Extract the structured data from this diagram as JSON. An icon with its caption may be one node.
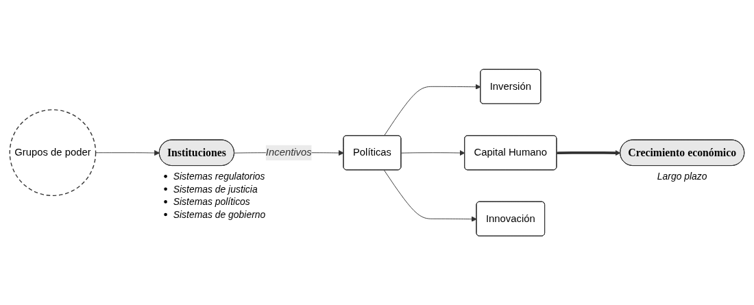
{
  "diagram": {
    "nodes": [
      {
        "text": [
          "Grupos de poder"
        ]
      },
      {
        "text": [
          "Instituciones"
        ],
        "beside": [
          "Sistemas regulatorios",
          "Sistemas de justicia",
          "Sistemas políticos",
          "Sistemas de gobierno"
        ]
      },
      {
        "text": [
          "Políticas"
        ]
      },
      {
        "text": [
          "Inversión"
        ]
      },
      {
        "text": [
          "Capital Humano"
        ]
      },
      {
        "text": [
          "Innovación"
        ]
      },
      {
        "text": [
          "Crecimiento económico"
        ],
        "beside": [
          "Largo plazo"
        ]
      }
    ],
    "edges": [
      {
        "from": 0,
        "to": 1,
        "arrow": "to"
      },
      {
        "from": 1,
        "to": 2,
        "arrow": "to",
        "label": "Incentivos"
      },
      {
        "from": 2,
        "to": 3,
        "arrow": "to"
      },
      {
        "from": 2,
        "to": 4,
        "arrow": "to"
      },
      {
        "from": 2,
        "to": 5,
        "arrow": "to"
      },
      {
        "from": 4,
        "to": 6,
        "arrow": "to",
        "style": "thick"
      }
    ]
  }
}
